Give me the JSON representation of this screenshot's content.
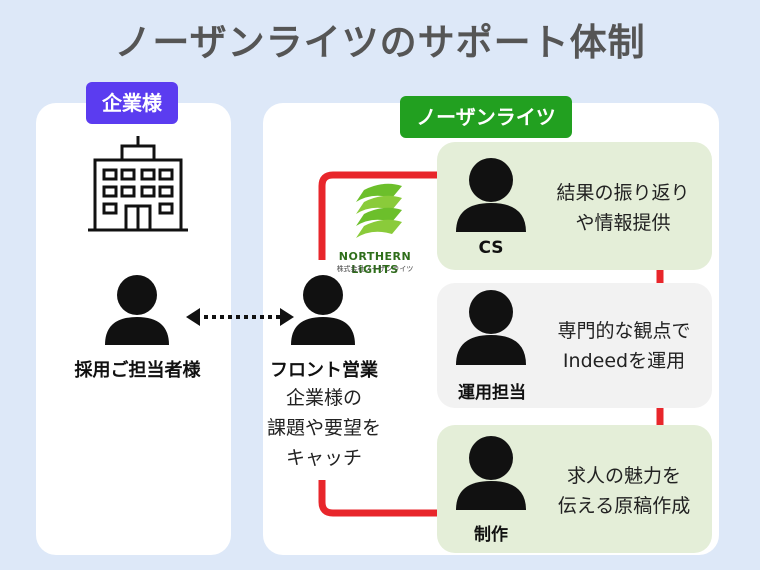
{
  "title": "ノーザンライツのサポート体制",
  "client": {
    "badge": "企業様",
    "person_label": "採用ご担当者様"
  },
  "company": {
    "badge": "ノーザンライツ",
    "logo_name": "NORTHERN LiGHTS",
    "logo_sub": "株式会社ノーザンライツ",
    "front": {
      "title": "フロント営業",
      "desc": [
        "企業様の",
        "課題や要望を",
        "キャッチ"
      ]
    },
    "roles": [
      {
        "id": "cs",
        "label": "CS",
        "desc": [
          "結果の振り返り",
          "や情報提供"
        ]
      },
      {
        "id": "ops",
        "label": "運用担当",
        "desc": [
          "専門的な観点で",
          "Indeedを運用"
        ]
      },
      {
        "id": "production",
        "label": "制作",
        "desc": [
          "求人の魅力を",
          "伝える原稿作成"
        ]
      }
    ]
  },
  "colors": {
    "background": "#dde8f8",
    "client_badge": "#5b3cf0",
    "company_badge": "#22a020",
    "connector": "#e8262b",
    "green_box": "#e4eed8",
    "gray_box": "#f2f2f2"
  }
}
